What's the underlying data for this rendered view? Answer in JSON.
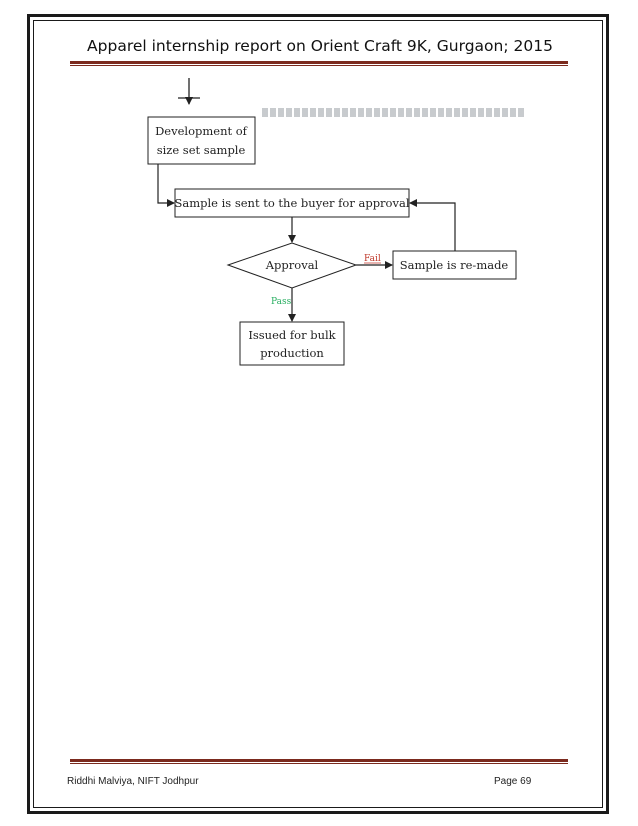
{
  "header": {
    "title": "Apparel internship report on Orient Craft 9K, Gurgaon; 2015"
  },
  "flowchart": {
    "development_line1": "Development of",
    "development_line2": "size set sample",
    "sent_to_buyer": "Sample is sent to the buyer for approval",
    "approval": "Approval",
    "fail_label": "Fail",
    "remade": "Sample is re-made",
    "pass_label": "Pass",
    "bulk_line1": "Issued for bulk",
    "bulk_line2": "production"
  },
  "footer": {
    "author": "Riddhi Malviya, NIFT Jodhpur",
    "page": "Page 69"
  },
  "colors": {
    "rule": "#7b2a1e",
    "fail": "#c0392b",
    "pass": "#27ae60"
  }
}
